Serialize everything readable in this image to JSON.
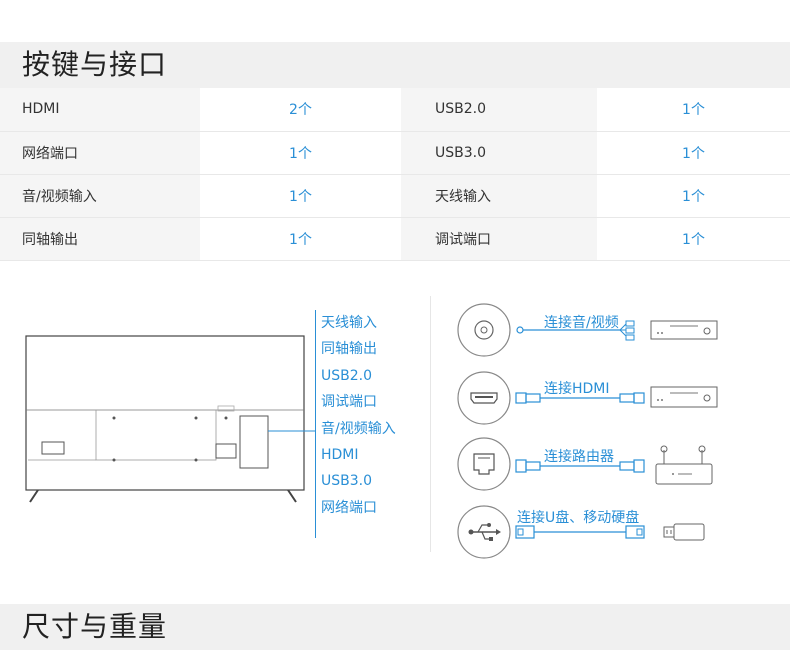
{
  "sections": {
    "buttons_ports_title": "按键与接口",
    "size_weight_title": "尺寸与重量"
  },
  "specs": [
    {
      "label": "HDMI",
      "value": "2个",
      "label2": "USB2.0",
      "value2": "1个"
    },
    {
      "label": "网络端口",
      "value": "1个",
      "label2": "USB3.0",
      "value2": "1个"
    },
    {
      "label": "音/视频输入",
      "value": "1个",
      "label2": "天线输入",
      "value2": "1个"
    },
    {
      "label": "同轴输出",
      "value": "1个",
      "label2": "调试端口",
      "value2": "1个"
    }
  ],
  "port_list": [
    "天线输入",
    "同轴输出",
    "USB2.0",
    "调试端口",
    "音/视频输入",
    "HDMI",
    "USB3.0",
    "网络端口"
  ],
  "connections": {
    "av": "连接音/视频",
    "hdmi": "连接HDMI",
    "router": "连接路由器",
    "usb": "连接U盘、移动硬盘"
  },
  "colors": {
    "accent": "#2a8fd6",
    "header_bg": "#f0f0f0",
    "label_bg": "#f5f5f5"
  },
  "icons": [
    "av-port-icon",
    "hdmi-port-icon",
    "ethernet-port-icon",
    "usb-icon",
    "set-top-box-icon",
    "router-icon",
    "usb-drive-icon",
    "tv-back-illustration"
  ]
}
